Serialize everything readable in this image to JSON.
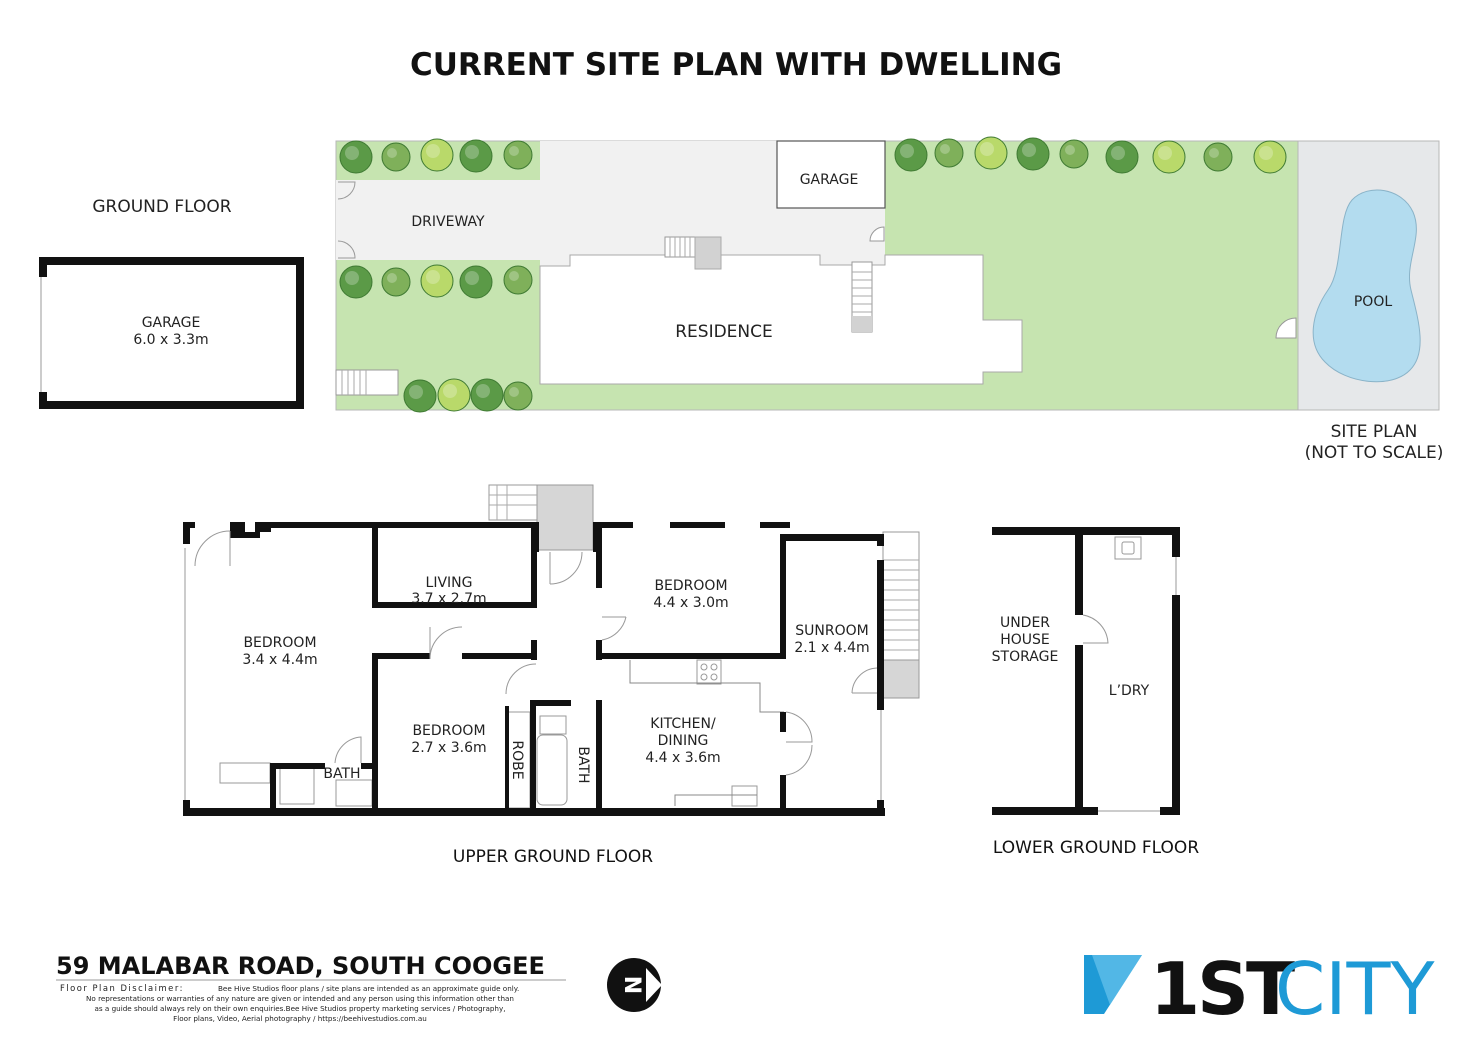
{
  "title": "CURRENT SITE PLAN WITH DWELLING",
  "ground_floor": {
    "heading": "GROUND FLOOR",
    "garage_label": "GARAGE",
    "garage_size": "6.0 x 3.3m"
  },
  "site_plan": {
    "driveway": "DRIVEWAY",
    "garage": "GARAGE",
    "residence": "RESIDENCE",
    "pool": "POOL",
    "caption_line1": "SITE PLAN",
    "caption_line2": "(NOT TO SCALE)"
  },
  "upper_ground_floor": {
    "heading": "UPPER GROUND FLOOR",
    "rooms": [
      {
        "name": "BEDROOM",
        "size": "3.4 x 4.4m"
      },
      {
        "name": "LIVING",
        "size": "3.7 x 2.7m"
      },
      {
        "name": "BEDROOM",
        "size": "4.4 x 3.0m"
      },
      {
        "name": "SUNROOM",
        "size": "2.1 x 4.4m"
      },
      {
        "name": "BEDROOM",
        "size": "2.7 x 3.6m"
      },
      {
        "name": "KITCHEN/",
        "size": "DINING"
      },
      {
        "name": "4.4 x 3.6m",
        "size": ""
      }
    ],
    "bath_left": "BATH",
    "robe": "ROBE",
    "bath_right": "BATH"
  },
  "lower_ground_floor": {
    "heading": "LOWER GROUND FLOOR",
    "storage_lines": [
      "UNDER",
      "HOUSE",
      "STORAGE"
    ],
    "laundry": "L’DRY"
  },
  "address": "59 MALABAR ROAD, SOUTH COOGEE",
  "disclaimer": {
    "heading": "Floor Plan Disclaimer:",
    "lines": [
      "Bee Hive Studios  floor plans / site plans are intended as an approximate guide only.",
      "No representations or warranties of any nature are given or intended and any person using this information other than",
      "as a guide should always rely on their own enquiries.Bee Hive Studios property marketing services  / Photography,",
      "Floor plans,  Video, Aerial photography / https://beehivestudios.com.au"
    ]
  },
  "compass_letter": "N",
  "brand": {
    "bold": "1ST",
    "light": "CITY",
    "accent_color": "#1e9ad6"
  },
  "colors": {
    "lawn": "#c6e4b0",
    "paving": "#f1f1f1",
    "pool_surround": "#e6e8ea",
    "pool_water": "#b3dcef",
    "walls": "#111111"
  }
}
